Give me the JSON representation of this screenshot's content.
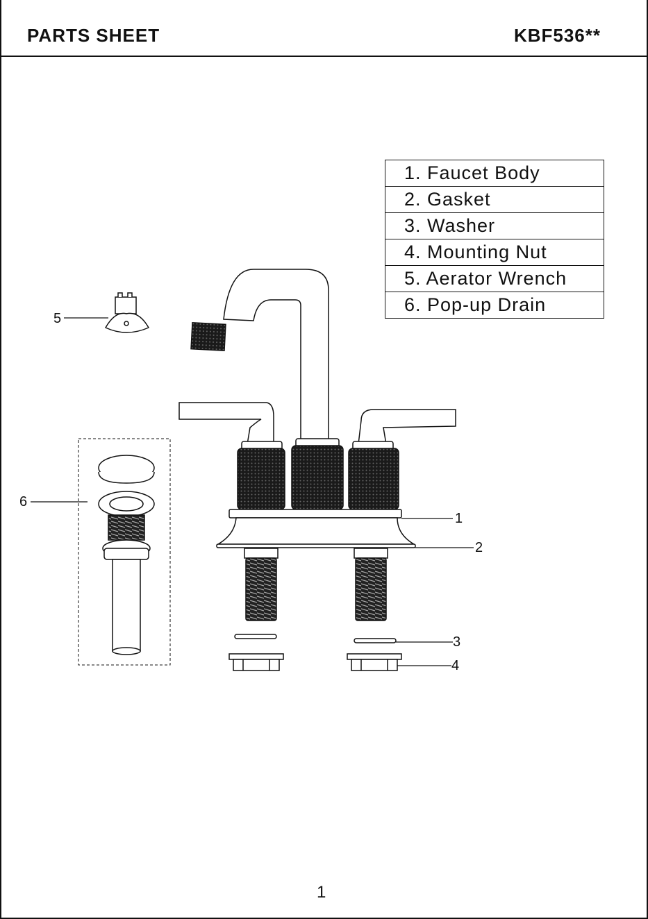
{
  "header": {
    "title": "PARTS SHEET",
    "model": "KBF536**"
  },
  "parts": [
    {
      "label": "1. Faucet Body"
    },
    {
      "label": "2. Gasket"
    },
    {
      "label": "3. Washer"
    },
    {
      "label": "4. Mounting Nut"
    },
    {
      "label": "5. Aerator Wrench"
    },
    {
      "label": "6. Pop-up Drain"
    }
  ],
  "callouts": {
    "faucet_body": "1",
    "gasket": "2",
    "washer": "3",
    "mounting_nut": "4",
    "aerator_wrench": "5",
    "popup_drain": "6"
  },
  "footer": {
    "page_number": "1"
  }
}
